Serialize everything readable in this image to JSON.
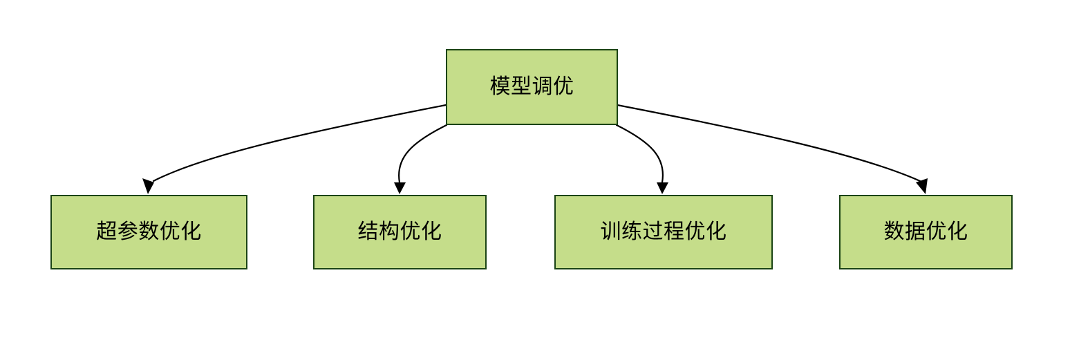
{
  "diagram": {
    "type": "tree",
    "orientation": "top-down",
    "background_color": "#ffffff",
    "node_fill_color": "#c5dd8a",
    "node_border_color": "#1a4314",
    "edge_color": "#000000",
    "text_color": "#000000",
    "root": {
      "id": "root",
      "label": "模型调优"
    },
    "children": [
      {
        "id": "child-0",
        "label": "超参数优化"
      },
      {
        "id": "child-1",
        "label": "结构优化"
      },
      {
        "id": "child-2",
        "label": "训练过程优化"
      },
      {
        "id": "child-3",
        "label": "数据优化"
      }
    ],
    "edges": [
      {
        "from": "模型调优",
        "to": "超参数优化",
        "arrow": "arrowhead-down"
      },
      {
        "from": "模型调优",
        "to": "结构优化",
        "arrow": "arrowhead-down"
      },
      {
        "from": "模型调优",
        "to": "训练过程优化",
        "arrow": "arrowhead-down"
      },
      {
        "from": "模型调优",
        "to": "数据优化",
        "arrow": "arrowhead-down"
      }
    ]
  }
}
